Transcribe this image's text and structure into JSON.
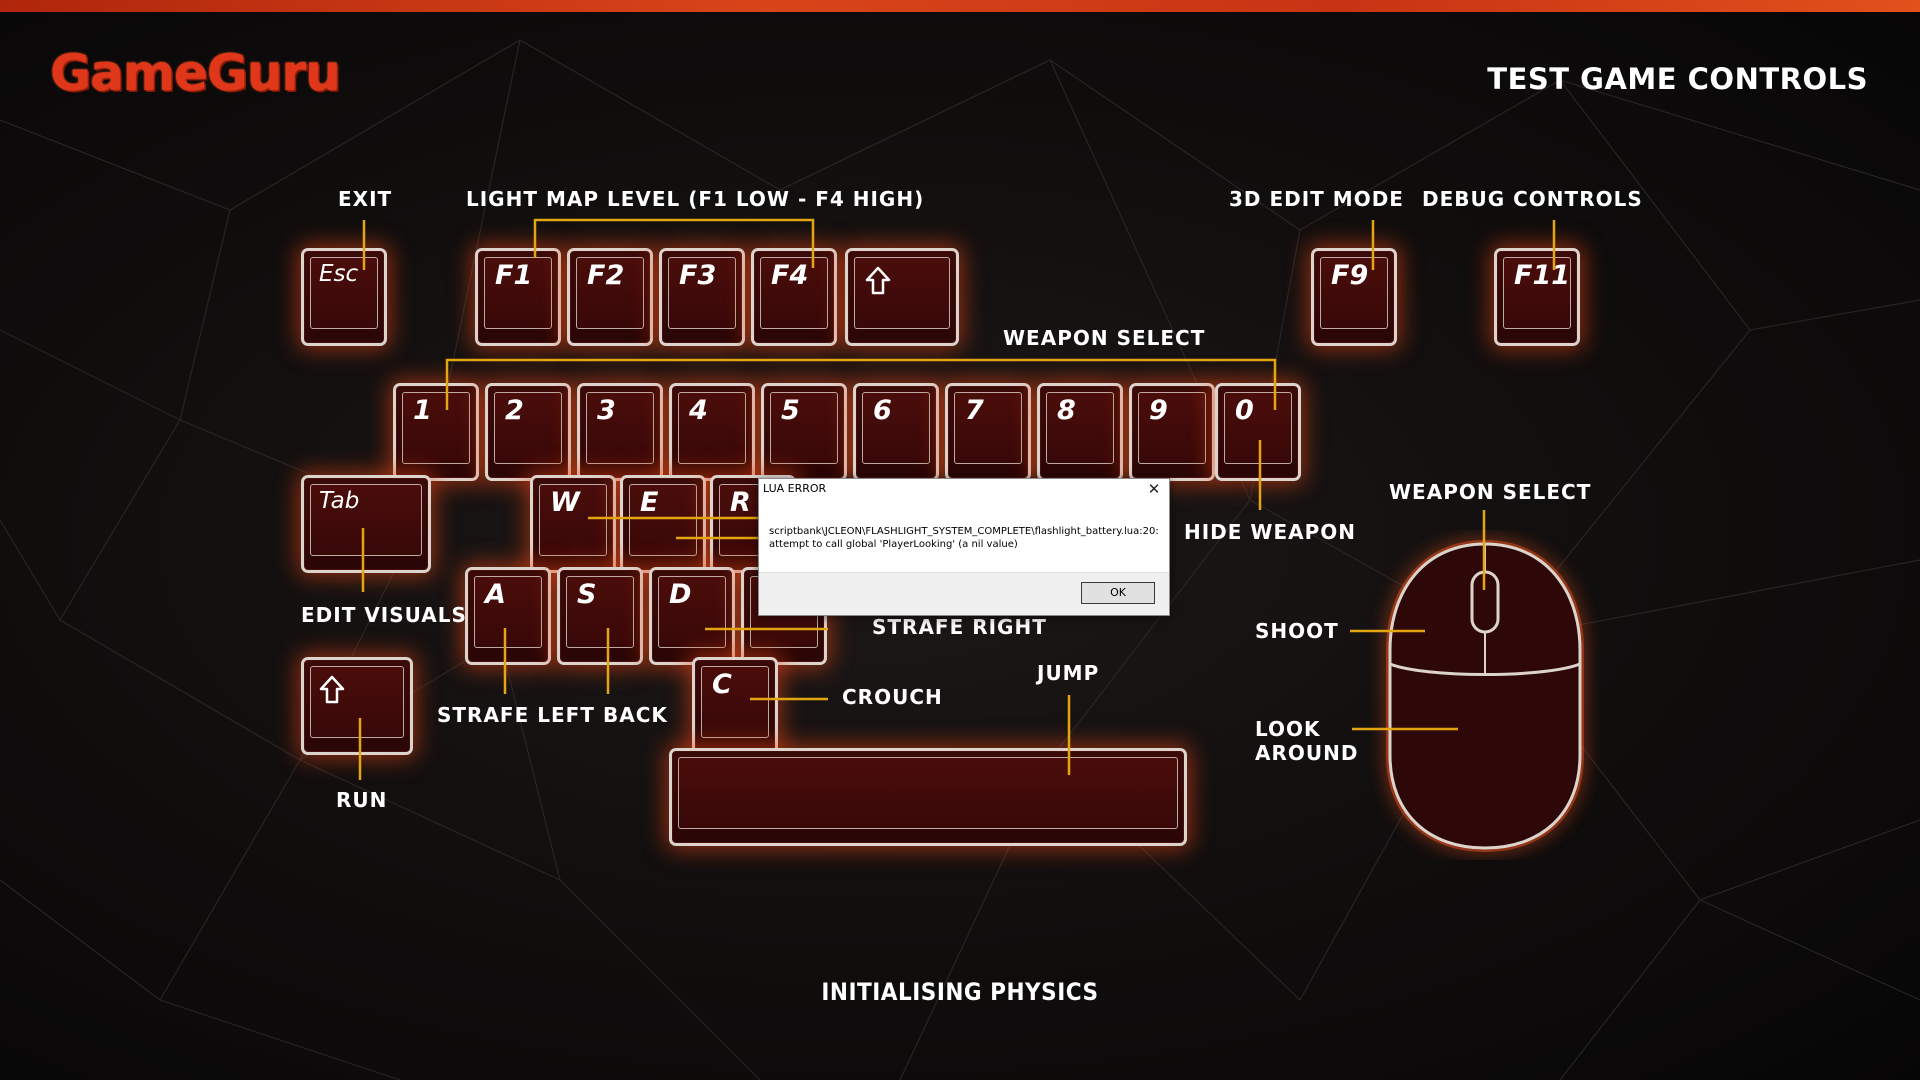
{
  "header": {
    "logo_text": "GameGuru",
    "title": "TEST GAME CONTROLS",
    "accent_color": "#e0361a"
  },
  "keys": {
    "esc": "Esc",
    "f1": "F1",
    "f2": "F2",
    "f3": "F3",
    "f4": "F4",
    "f9": "F9",
    "f11": "F11",
    "n1": "1",
    "n2": "2",
    "n3": "3",
    "n4": "4",
    "n5": "5",
    "n6": "6",
    "n7": "7",
    "n8": "8",
    "n9": "9",
    "n0": "0",
    "tab": "Tab",
    "w": "W",
    "e": "E",
    "r": "R",
    "a": "A",
    "s": "S",
    "d": "D",
    "c": "C"
  },
  "labels": {
    "exit": "EXIT",
    "light_map": "LIGHT MAP LEVEL (F1 LOW - F4 HIGH)",
    "edit_mode_3d": "3D EDIT MODE",
    "debug_controls": "DEBUG CONTROLS",
    "weapon_select_keys": "WEAPON SELECT",
    "hide_weapon": "HIDE WEAPON",
    "edit_visuals": "EDIT VISUALS",
    "strafe_right": "STRAFE RIGHT",
    "strafe_left": "STRAFE LEFT",
    "back": "BACK",
    "crouch": "CROUCH",
    "jump": "JUMP",
    "run": "RUN",
    "weapon_select_mouse": "WEAPON SELECT",
    "shoot": "SHOOT",
    "look_around_1": "LOOK",
    "look_around_2": "AROUND"
  },
  "status": "INITIALISING PHYSICS",
  "dialog": {
    "title": "LUA ERROR",
    "message": "scriptbank\\JCLEON\\FLASHLIGHT_SYSTEM_COMPLETE\\flashlight_battery.lua:20: attempt to call global 'PlayerLooking' (a nil value)",
    "ok_label": "OK",
    "close_glyph": "✕"
  }
}
